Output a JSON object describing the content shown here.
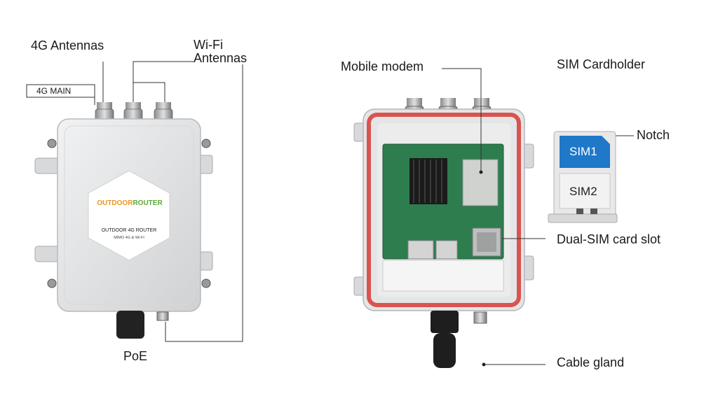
{
  "left_device": {
    "antenna_4g_label": "4G Antennas",
    "wifi_label_line1": "Wi-Fi",
    "wifi_label_line2": "Antennas",
    "main_tag": "4G MAIN",
    "poe_label": "PoE",
    "brand_outdoor": "OUTDOOR",
    "brand_router": "ROUTER",
    "product_name": "OUTDOOR 4G ROUTER",
    "product_sub": "MIMO 4G & Wi-Fi"
  },
  "right_device": {
    "modem_label": "Mobile modem",
    "dual_sim_label": "Dual-SIM card slot",
    "cable_gland_label": "Cable gland"
  },
  "sim_holder": {
    "title": "SIM Cardholder",
    "notch_label": "Notch",
    "sim1": "SIM1",
    "sim2": "SIM2"
  },
  "colors": {
    "gasket": "#d9534f",
    "pcb": "#2e7d4f",
    "sim1_fill": "#1f78c8",
    "enclosure": "#e6e7e8",
    "brand_orange": "#e8961e",
    "brand_green": "#5aa83a"
  }
}
